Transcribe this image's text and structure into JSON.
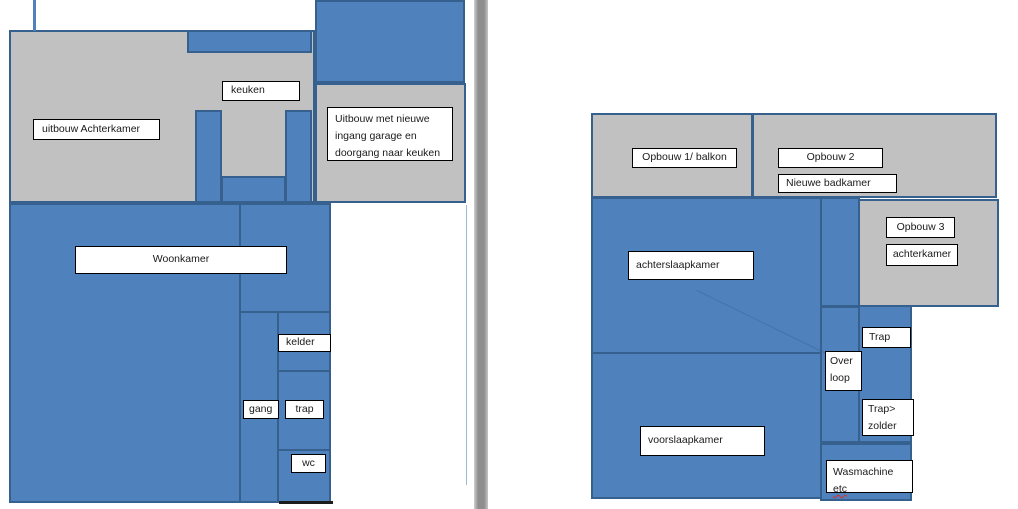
{
  "document": {
    "kind": "floor-plan drawing, two plans separated by a page gutter"
  },
  "colors": {
    "room_fill_blue": "#4f81bd",
    "wall_border_blue": "#36618e",
    "extension_gray": "#c1c1c1",
    "label_background": "#ffffff",
    "label_border": "#000000",
    "page_gutter_gray": "#8e8e8e",
    "spellcheck_red": "#e02b20"
  },
  "left_plan": {
    "labels": {
      "uitbouw_achterkamer": "uitbouw  Achterkamer",
      "keuken": "keuken",
      "uitbouw_garage": "Uitbouw  met nieuwe\ningang garage en\ndoorgang naar keuken",
      "woonkamer": "Woonkamer",
      "kelder": "kelder",
      "gang": "gang",
      "trap": "trap",
      "wc": "wc"
    }
  },
  "right_plan": {
    "labels": {
      "opbouw1": "Opbouw 1/ balkon",
      "opbouw2": "Opbouw 2",
      "nieuwe_badkamer": "Nieuwe badkamer",
      "opbouw3": "Opbouw 3",
      "achterkamer": "achterkamer",
      "achterslaapkamer": "achterslaapkamer",
      "trap": "Trap",
      "overloop": "Over\nloop",
      "trap_zolder": "Trap>\nzolder",
      "voorslaapkamer": "voorslaapkamer",
      "wasmachine": "Wasmachine ",
      "wasmachine_etc": "etc"
    }
  }
}
